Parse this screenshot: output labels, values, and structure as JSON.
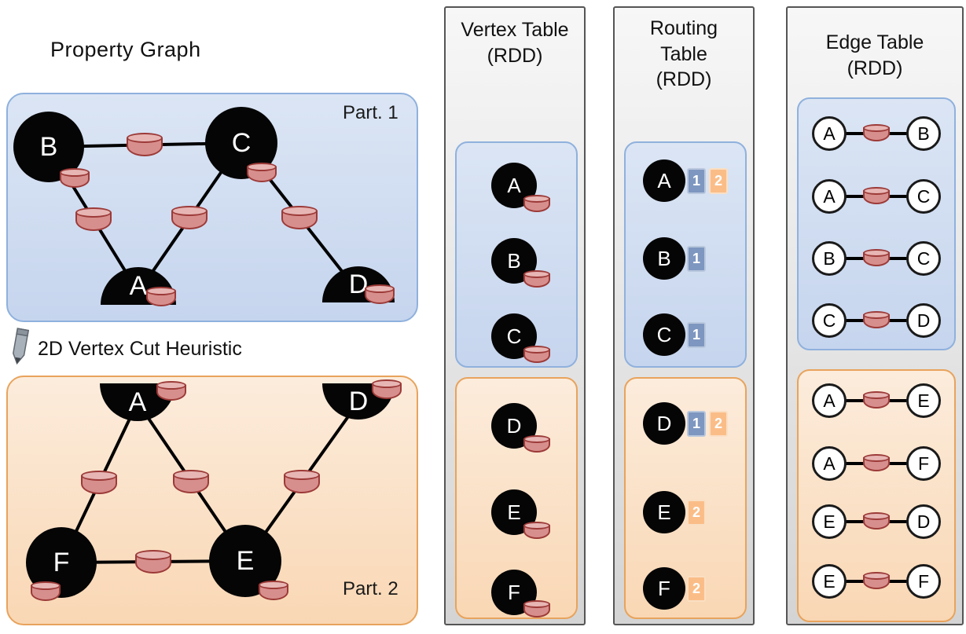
{
  "colors": {
    "partition1_fill_top": "#dbe5f4",
    "partition1_fill_bottom": "#c6d5ee",
    "partition1_border": "#8fb1dd",
    "partition2_fill_top": "#fcecdc",
    "partition2_fill_bottom": "#f9d7b4",
    "partition2_border": "#e8a35c",
    "panel_fill_top": "#f7f7f7",
    "panel_fill_bottom": "#d4d4d4",
    "panel_border": "#555555",
    "cylinder_body": "#d78f8d",
    "cylinder_top": "#e7b6b4",
    "cylinder_border": "#9c3a38",
    "routing_partition1_box": "#7e97c0",
    "routing_partition2_box": "#fbbd88"
  },
  "icons": {
    "property": "database-icon",
    "heuristic": "pencil-icon"
  },
  "graph": {
    "title": "Property Graph",
    "heuristic_label": "2D Vertex Cut Heuristic",
    "part1": {
      "label": "Part. 1",
      "vertices": [
        "B",
        "C",
        "A",
        "D"
      ],
      "edges": [
        [
          "B",
          "C"
        ],
        [
          "B",
          "A"
        ],
        [
          "C",
          "A"
        ],
        [
          "C",
          "D"
        ]
      ]
    },
    "part2": {
      "label": "Part. 2",
      "vertices": [
        "A",
        "D",
        "F",
        "E"
      ],
      "edges": [
        [
          "A",
          "F"
        ],
        [
          "A",
          "E"
        ],
        [
          "D",
          "E"
        ],
        [
          "F",
          "E"
        ]
      ]
    }
  },
  "vertex_table": {
    "title": [
      "Vertex Table",
      "(RDD)"
    ],
    "part1": [
      "A",
      "B",
      "C"
    ],
    "part2": [
      "D",
      "E",
      "F"
    ]
  },
  "routing_table": {
    "title": [
      "Routing",
      "Table",
      "(RDD)"
    ],
    "part1": [
      {
        "vertex": "A",
        "parts": [
          "1",
          "2"
        ]
      },
      {
        "vertex": "B",
        "parts": [
          "1"
        ]
      },
      {
        "vertex": "C",
        "parts": [
          "1"
        ]
      }
    ],
    "part2": [
      {
        "vertex": "D",
        "parts": [
          "1",
          "2"
        ]
      },
      {
        "vertex": "E",
        "parts": [
          "2"
        ]
      },
      {
        "vertex": "F",
        "parts": [
          "2"
        ]
      }
    ]
  },
  "edge_table": {
    "title": [
      "Edge Table",
      "(RDD)"
    ],
    "part1": [
      {
        "src": "A",
        "dst": "B"
      },
      {
        "src": "A",
        "dst": "C"
      },
      {
        "src": "B",
        "dst": "C"
      },
      {
        "src": "C",
        "dst": "D"
      }
    ],
    "part2": [
      {
        "src": "A",
        "dst": "E"
      },
      {
        "src": "A",
        "dst": "F"
      },
      {
        "src": "E",
        "dst": "D"
      },
      {
        "src": "E",
        "dst": "F"
      }
    ]
  }
}
